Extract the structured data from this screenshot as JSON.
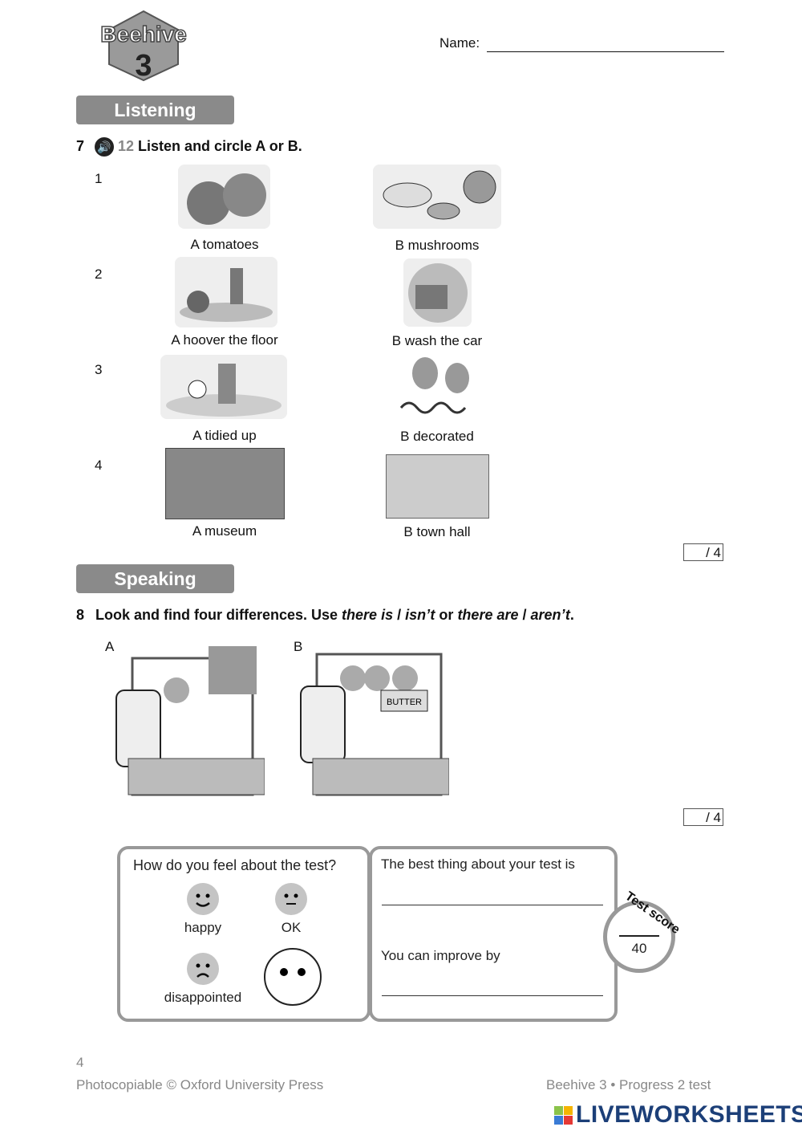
{
  "header": {
    "logo_text": "Beehive",
    "logo_number": "3",
    "name_label": "Name:"
  },
  "listening": {
    "section_title": "Listening",
    "question_number": "7",
    "track": "12",
    "instruction": "Listen and circle A or B.",
    "items": [
      {
        "n": "1",
        "a": "A  tomatoes",
        "b": "B  mushrooms"
      },
      {
        "n": "2",
        "a": "A  hoover the floor",
        "b": "B  wash the car"
      },
      {
        "n": "3",
        "a": "A  tidied up",
        "b": "B  decorated"
      },
      {
        "n": "4",
        "a": "A  museum",
        "b": "B  town hall"
      }
    ],
    "score": "/ 4"
  },
  "speaking": {
    "section_title": "Speaking",
    "question_number": "8",
    "instruction_parts": [
      "Look and find four differences. Use ",
      "there is",
      " / ",
      "isn’t",
      " or ",
      "there are",
      " / ",
      "aren’t",
      "."
    ],
    "picture_a": "A",
    "picture_b": "B",
    "butter_label": "BUTTER",
    "score": "/ 4"
  },
  "feedback": {
    "question": "How do you feel about the test?",
    "faces": [
      "happy",
      "OK",
      "disappointed"
    ],
    "best_thing": "The best thing about your test is",
    "improve": "You can improve by",
    "test_score_label": "Test score",
    "total": "40"
  },
  "footer": {
    "page_number": "4",
    "copyright": "Photocopiable © Oxford University Press",
    "test_name": "Beehive 3 • Progress 2 test",
    "brand": "LIVEWORKSHEETS"
  }
}
